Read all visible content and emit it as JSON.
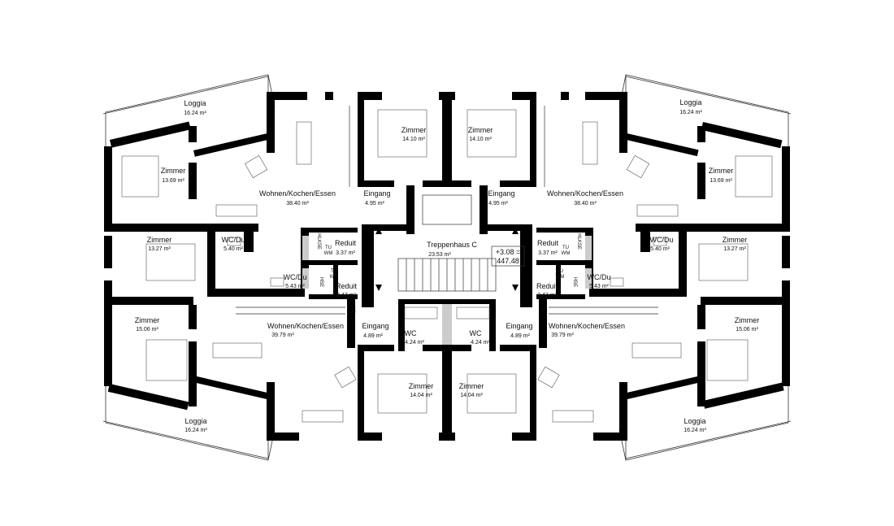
{
  "rooms": [
    {
      "label": "Loggia",
      "area": "16.24 m²"
    },
    {
      "label": "Zimmer",
      "area": "13.69 m²"
    },
    {
      "label": "Wohnen/Kochen/Essen",
      "area": "38.40 m²"
    },
    {
      "label": "Zimmer",
      "area": "14.10 m²"
    },
    {
      "label": "Zimmer",
      "area": "14.10 m²"
    },
    {
      "label": "Wohnen/Kochen/Essen",
      "area": "38.40 m²"
    },
    {
      "label": "Zimmer",
      "area": "13.69 m²"
    },
    {
      "label": "Loggia",
      "area": "16.24 m²"
    },
    {
      "label": "Eingang",
      "area": "4.95 m²"
    },
    {
      "label": "Eingang",
      "area": "4.95 m²"
    },
    {
      "label": "Zimmer",
      "area": "13.27 m²"
    },
    {
      "label": "WC/Du",
      "area": "5.40 m²"
    },
    {
      "label": "WC/Du",
      "area": "5.43 m²"
    },
    {
      "label": "Reduit",
      "area": "3.37 m²"
    },
    {
      "label": "Reduit",
      "area": "3.47 m²"
    },
    {
      "label": "Treppenhaus C",
      "area": "23.53 m²"
    },
    {
      "label": "Reduit",
      "area": "3.37 m²"
    },
    {
      "label": "Reduit",
      "area": "3.47 m²"
    },
    {
      "label": "WC/Du",
      "area": "5.40 m²"
    },
    {
      "label": "WC/Du",
      "area": "5.43 m²"
    },
    {
      "label": "Zimmer",
      "area": "13.27 m²"
    },
    {
      "label": "Zimmer",
      "area": "15.06 m²"
    },
    {
      "label": "Wohnen/Kochen/Essen",
      "area": "39.79 m²"
    },
    {
      "label": "Eingang",
      "area": "4.89 m²"
    },
    {
      "label": "WC",
      "area": "4.24 m²"
    },
    {
      "label": "WC",
      "area": "4.24 m²"
    },
    {
      "label": "Eingang",
      "area": "4.89 m²"
    },
    {
      "label": "Wohnen/Kochen/Essen",
      "area": "39.79 m²"
    },
    {
      "label": "Zimmer",
      "area": "15.06 m²"
    },
    {
      "label": "Zimmer",
      "area": "14.04 m²"
    },
    {
      "label": "Zimmer",
      "area": "14.04 m²"
    },
    {
      "label": "Loggia",
      "area": "16.24 m²"
    },
    {
      "label": "Loggia",
      "area": "16.24 m²"
    }
  ],
  "level": {
    "line1": "+3.08 =",
    "line2": "447.48"
  },
  "tags": {
    "hlkse": "HLKSE",
    "hse": "HSE",
    "lk": "LK",
    "tu": "TU",
    "wm": "WM"
  }
}
